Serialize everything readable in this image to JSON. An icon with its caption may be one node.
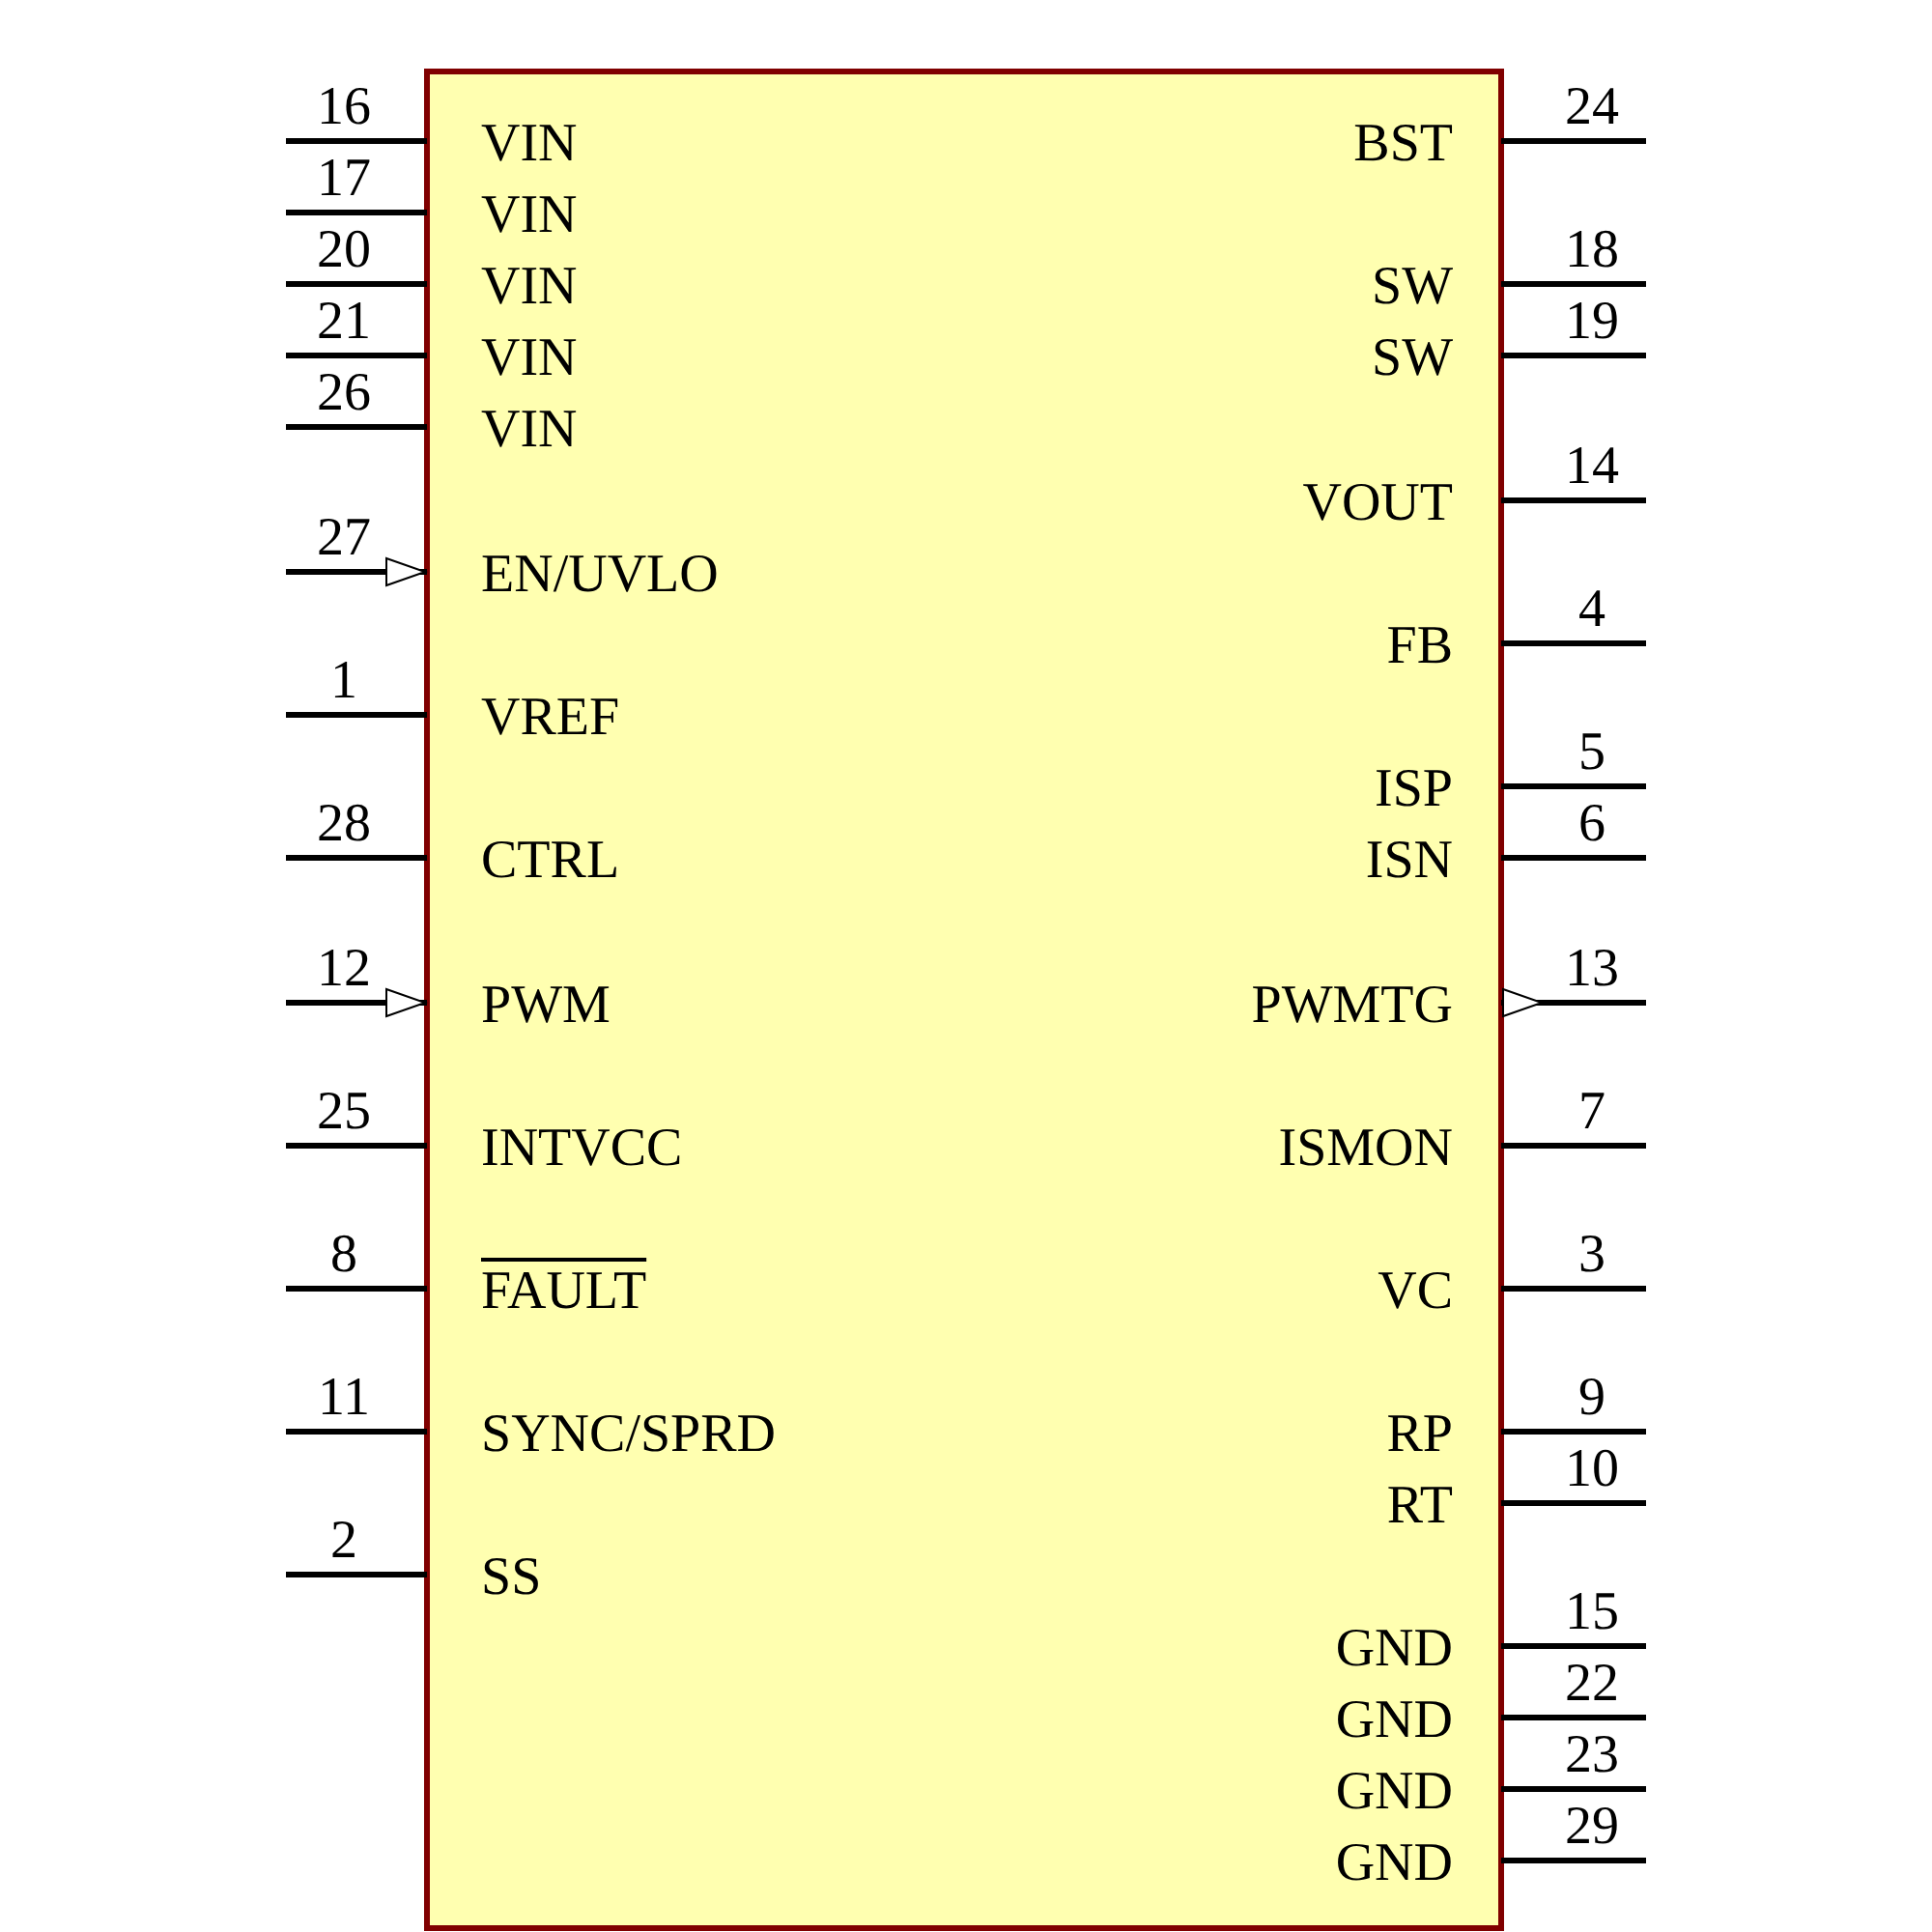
{
  "diagram": {
    "labels": [
      "16",
      "VIN",
      "17",
      "VIN",
      "20",
      "VIN",
      "21",
      "VIN",
      "26",
      "VIN",
      "27",
      "EN/UVLO",
      "1",
      "VREF",
      "28",
      "CTRL",
      "12",
      "PWM",
      "25",
      "INTVCC",
      "8",
      "FAULT",
      "11",
      "SYNC/SPRD",
      "2",
      "SS",
      "24",
      "BST",
      "18",
      "SW",
      "19",
      "SW",
      "14",
      "VOUT",
      "4",
      "FB",
      "5",
      "ISP",
      "6",
      "ISN",
      "13",
      "PWMTG",
      "7",
      "ISMON",
      "3",
      "VC",
      "9",
      "RP",
      "10",
      "RT",
      "15",
      "GND",
      "22",
      "GND",
      "23",
      "GND",
      "29",
      "GND"
    ]
  }
}
